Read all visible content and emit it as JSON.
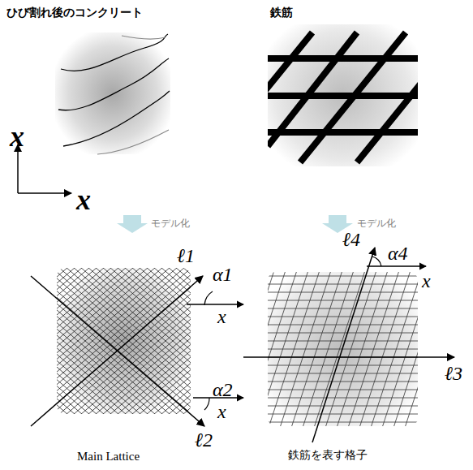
{
  "diagram": {
    "labels": [
      "ひび割れ後のコンクリート",
      "鉄筋",
      "x",
      "x",
      "モデル化",
      "モデル化",
      "ℓ1",
      "α1",
      "x",
      "α2",
      "x",
      "ℓ2",
      "ℓ4",
      "α4",
      "x",
      "ℓ3",
      "Main Lattice",
      "鉄筋を表す格子"
    ]
  }
}
